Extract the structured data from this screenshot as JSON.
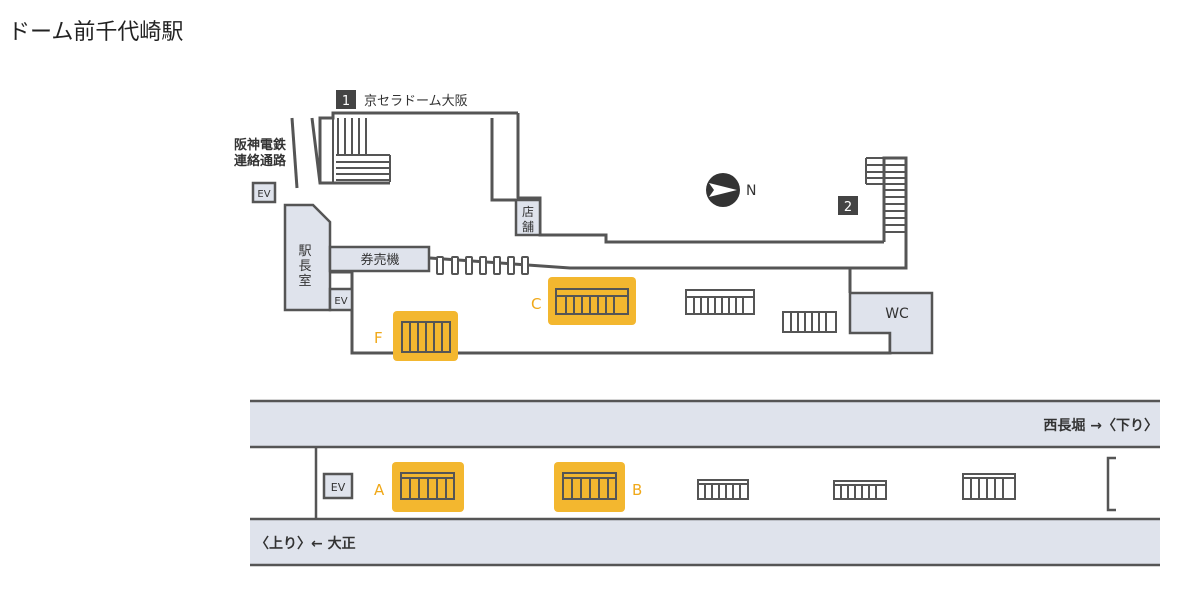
{
  "station_title": "ドーム前千代崎駅",
  "exits": [
    {
      "number": "1",
      "label": "京セラドーム大阪"
    },
    {
      "number": "2",
      "label": ""
    }
  ],
  "labels": {
    "hanshin_line1": "阪神電鉄",
    "hanshin_line2": "連絡通路",
    "ev": "EV",
    "shop_line1": "店",
    "shop_line2": "舗",
    "ticket_machine": "券売機",
    "station_office_1": "駅",
    "station_office_2": "長",
    "station_office_3": "室",
    "wc": "WC",
    "north": "N"
  },
  "highlighted_stairs": {
    "A": "A",
    "B": "B",
    "C": "C",
    "F": "F"
  },
  "colors": {
    "highlight": "#f3b72f",
    "highlight_text": "#f0a818",
    "track": "#dfe3ec",
    "wall": "#555555"
  },
  "tracks": {
    "upper": "西長堀 →〈下り〉",
    "lower": "〈上り〉← 大正"
  }
}
